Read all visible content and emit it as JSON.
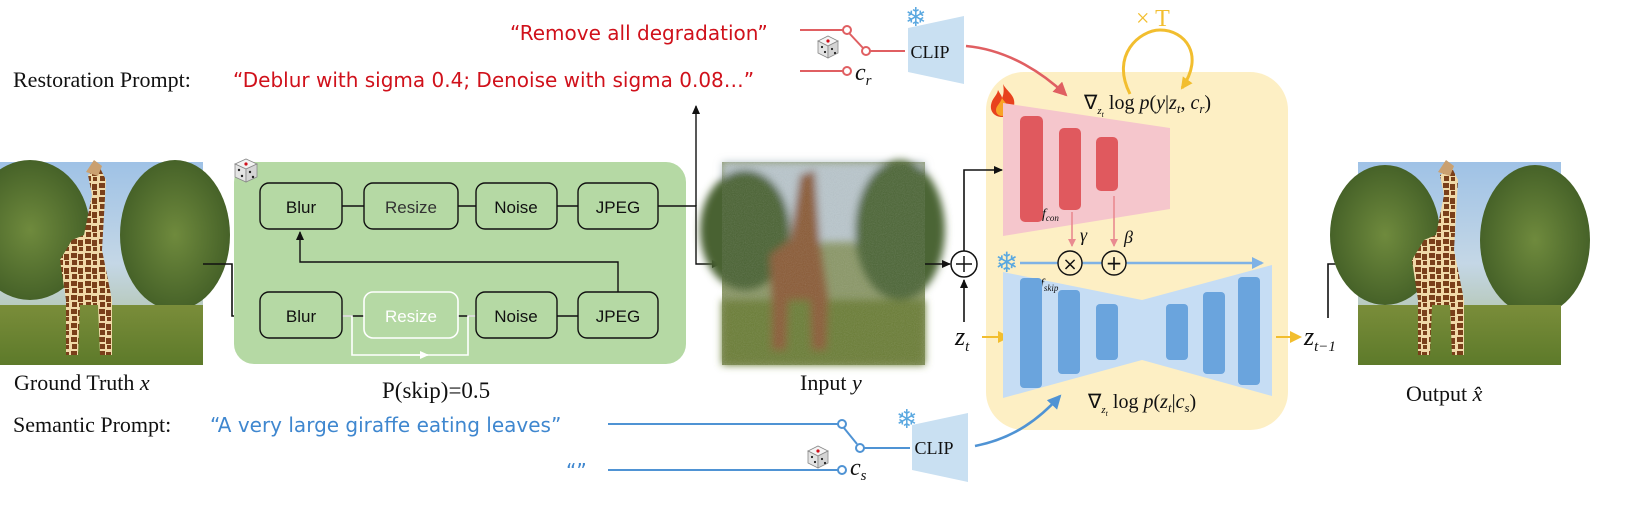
{
  "labels": {
    "remove_prompt": "“Remove all degradation”",
    "restoration_label": "Restoration Prompt: ",
    "restoration_prompt": "“Deblur with sigma 0.4; Denoise with sigma 0.08…”",
    "semantic_label": "Semantic Prompt: ",
    "semantic_prompt": "“A very large giraffe eating leaves”",
    "empty_prompt": "“”",
    "c_r": "c",
    "c_r_sub": "r",
    "c_s": "c",
    "c_s_sub": "s",
    "clip_top": "CLIP",
    "clip_bottom": "CLIP",
    "times_T": "× T",
    "ground_truth": "Ground Truth ",
    "ground_truth_var": "x",
    "skip_prob": "P(skip)=0.5",
    "input": "Input  ",
    "input_var": "y",
    "output": "Output  ",
    "output_var": "x̂",
    "z_t": "z",
    "z_t_sub": "t",
    "z_t1": "z",
    "z_t1_sub": "t−1",
    "f_con": "f",
    "f_con_sub": "con",
    "f_skip": "f",
    "f_skip_sub": "skip",
    "gamma": "γ",
    "beta": "β",
    "grad_top": "∇ log p(y|z , c )",
    "grad_top_parts": [
      "∇",
      "z",
      "t",
      " log ",
      "p",
      "(",
      "y",
      "|",
      "z",
      "t",
      ", ",
      "c",
      "r",
      ")"
    ],
    "grad_bottom_parts": [
      "∇",
      "z",
      "t",
      " log ",
      "p",
      "(",
      "z",
      "t",
      "|",
      "c",
      "s",
      ")"
    ],
    "plus": "+",
    "times": "×"
  },
  "degradation": {
    "top_row": [
      "Blur",
      "Resize",
      "Noise",
      "JPEG"
    ],
    "bottom_row": [
      "Blur",
      "Resize",
      "Noise",
      "JPEG"
    ]
  },
  "colors": {
    "red_text": "#d0111b",
    "blue_text": "#3f87cf",
    "pipeline_bg": "#b5d9a4",
    "model_bg": "#fdefc4",
    "control_net": "#f5c6cc",
    "control_bar": "#e0595e",
    "unet": "#c6ddf4",
    "unet_bar": "#6aa4dd",
    "clip_box": "#c9e0f2",
    "red_line": "#e05f62",
    "blue_line": "#4f93d4",
    "gold_line": "#f2be2f"
  },
  "icons": {
    "dice": "dice-icon",
    "fire": "fire-icon",
    "snowflake": "snowflake-icon"
  }
}
